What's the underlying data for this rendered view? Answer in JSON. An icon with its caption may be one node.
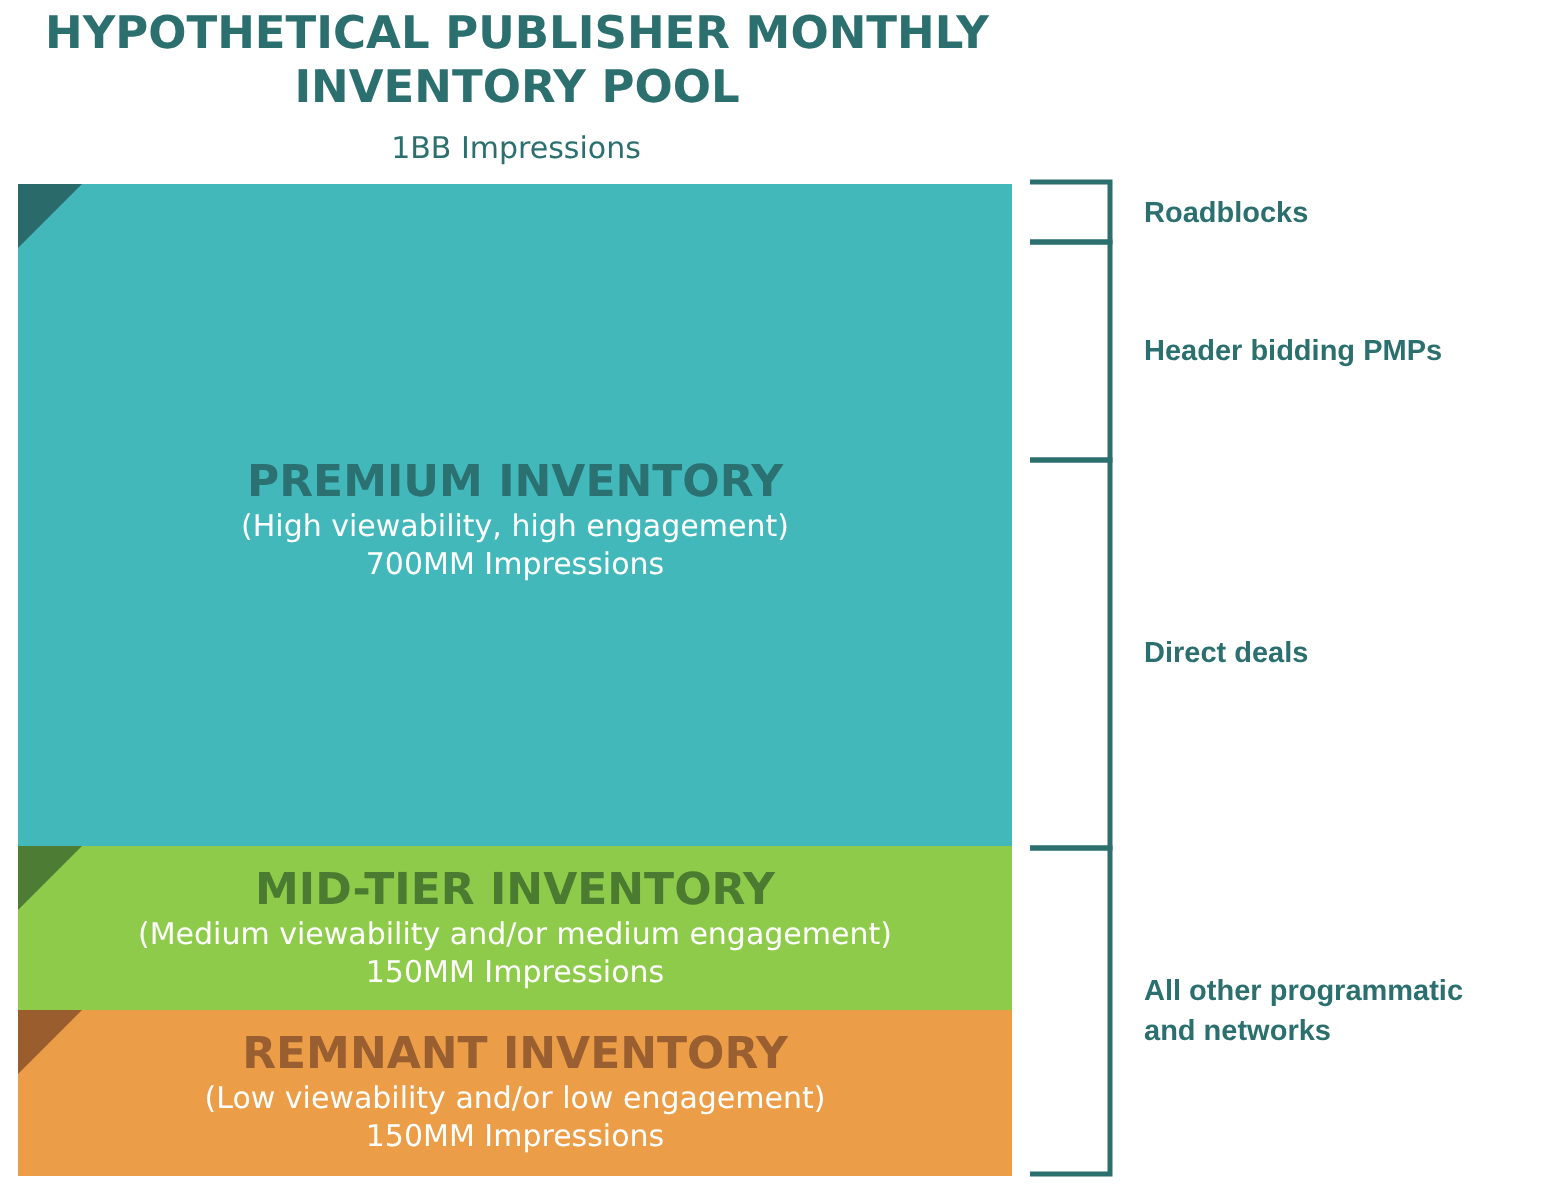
{
  "diagram": {
    "title": "HYPOTHETICAL PUBLISHER MONTHLY INVENTORY POOL",
    "nodes": [
      {
        "text": [
          "PREMIUM INVENTORY",
          "(High viewability, high engagement)",
          "700MM Impressions"
        ]
      },
      {
        "text": [
          "MID-TIER INVENTORY",
          "(Medium viewability and/or medium engagement)",
          "150MM Impressions"
        ]
      },
      {
        "text": [
          "REMNANT INVENTORY",
          "(Low viewability and/or low engagement)",
          "150MM Impressions"
        ]
      }
    ],
    "labels": [
      "1BB Impressions",
      "Roadblocks",
      "Header bidding PMPs",
      "Direct deals",
      "All other programmatic and networks"
    ]
  }
}
